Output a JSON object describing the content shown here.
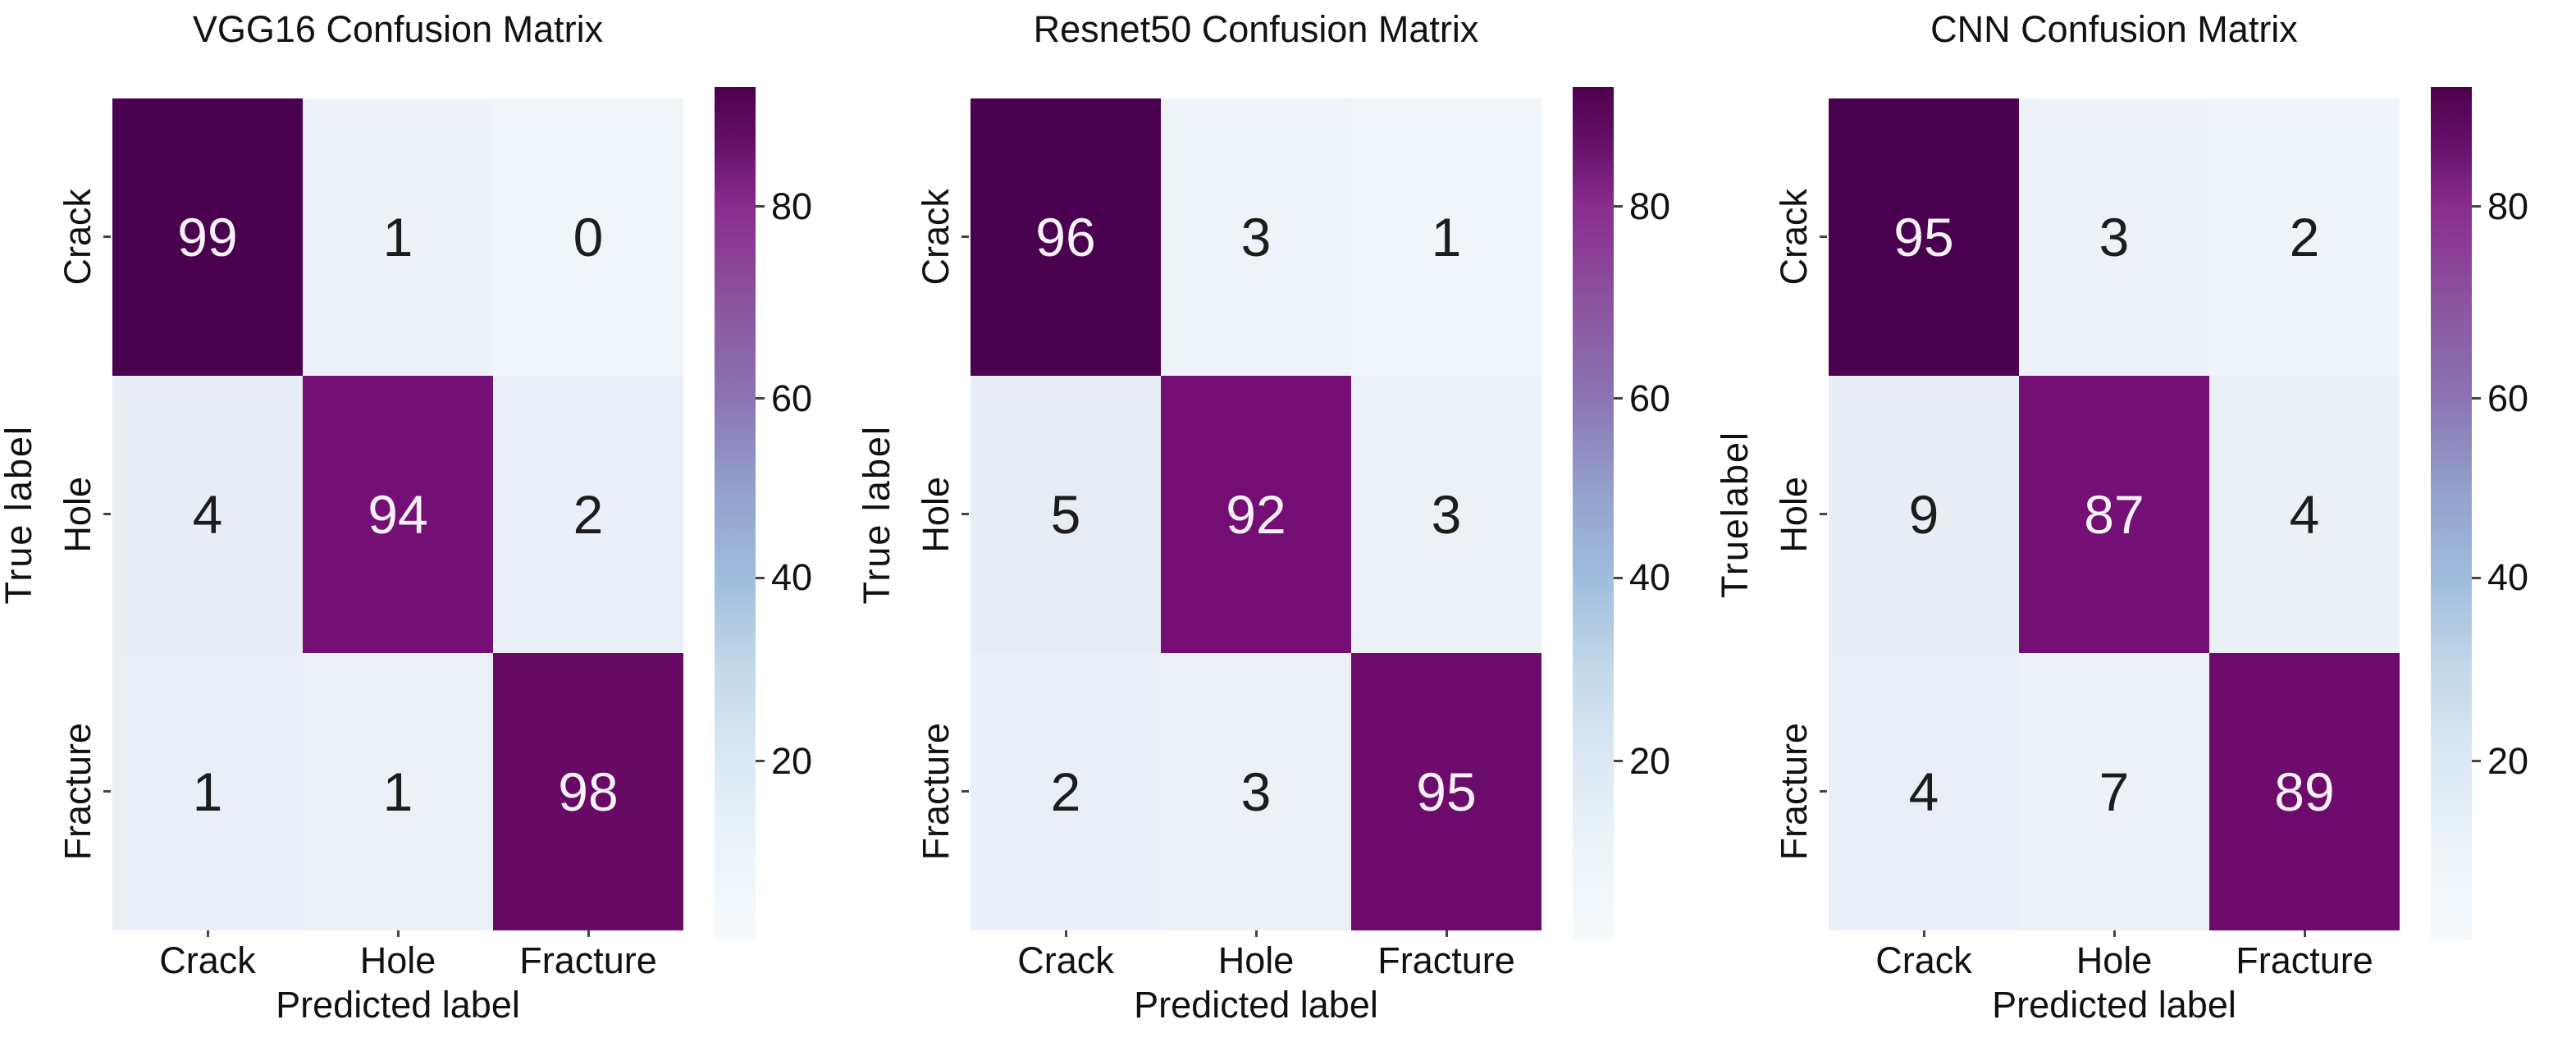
{
  "figure": {
    "background": "#ffffff",
    "text_color": "#111111",
    "tick_color": "#444444",
    "cell_text_light": "#f7f2f7",
    "cell_text_dark": "#1c1c1c",
    "colorbar": {
      "tick_positions_pct": [
        14,
        36.5,
        57.5,
        79
      ],
      "gradient": [
        {
          "pct": 0,
          "color": "#4d004b"
        },
        {
          "pct": 7,
          "color": "#67116b"
        },
        {
          "pct": 14,
          "color": "#8a2c8e"
        },
        {
          "pct": 25,
          "color": "#8b539f"
        },
        {
          "pct": 36.5,
          "color": "#8b74b3"
        },
        {
          "pct": 47,
          "color": "#93a0cb"
        },
        {
          "pct": 57.5,
          "color": "#9fbddd"
        },
        {
          "pct": 68,
          "color": "#c2d8ea"
        },
        {
          "pct": 79,
          "color": "#dce9f4"
        },
        {
          "pct": 90,
          "color": "#ecf4f9"
        },
        {
          "pct": 100,
          "color": "#f6fafd"
        }
      ]
    }
  },
  "chart_data": [
    {
      "type": "heatmap",
      "title": "VGG16 Confusion Matrix",
      "xlabel": "Predicted label",
      "ylabel": "True label",
      "categories": [
        "Crack",
        "Hole",
        "Fracture"
      ],
      "matrix": [
        [
          99,
          1,
          0
        ],
        [
          4,
          94,
          2
        ],
        [
          1,
          1,
          98
        ]
      ],
      "colorbar_ticks": [
        80,
        60,
        40,
        20
      ],
      "value_range": [
        0,
        99
      ],
      "legend_position": "right",
      "cell_colors": [
        [
          "#4a0150",
          "#edf2f8",
          "#f0f5fa"
        ],
        [
          "#e8eef5",
          "#730f75",
          "#eaf0f7"
        ],
        [
          "#e9eff6",
          "#ebf1f7",
          "#670a66"
        ]
      ]
    },
    {
      "type": "heatmap",
      "title": "Resnet50 Confusion Matrix",
      "xlabel": "Predicted label",
      "ylabel": "True label",
      "categories": [
        "Crack",
        "Hole",
        "Fracture"
      ],
      "matrix": [
        [
          96,
          3,
          1
        ],
        [
          5,
          92,
          3
        ],
        [
          2,
          3,
          95
        ]
      ],
      "colorbar_ticks": [
        80,
        60,
        40,
        20
      ],
      "value_range": [
        0,
        96
      ],
      "legend_position": "right",
      "cell_colors": [
        [
          "#4a0150",
          "#eef3f9",
          "#f0f5fa"
        ],
        [
          "#e7edf5",
          "#740e74",
          "#ecf1f8"
        ],
        [
          "#e9eff6",
          "#ebf1f7",
          "#6d0b6d"
        ]
      ]
    },
    {
      "type": "heatmap",
      "title": "CNN Confusion Matrix",
      "xlabel": "Predicted label",
      "ylabel": "Truelabel",
      "categories": [
        "Crack",
        "Hole",
        "Fracture"
      ],
      "matrix": [
        [
          95,
          3,
          2
        ],
        [
          9,
          87,
          4
        ],
        [
          4,
          7,
          89
        ]
      ],
      "colorbar_ticks": [
        80,
        60,
        40,
        20
      ],
      "value_range": [
        0,
        95
      ],
      "legend_position": "right",
      "cell_colors": [
        [
          "#4a0150",
          "#edf2f8",
          "#eff4fa"
        ],
        [
          "#e7eef5",
          "#730f75",
          "#ebf0f7"
        ],
        [
          "#e9eff6",
          "#ecf2f8",
          "#6d0b6d"
        ]
      ]
    }
  ]
}
